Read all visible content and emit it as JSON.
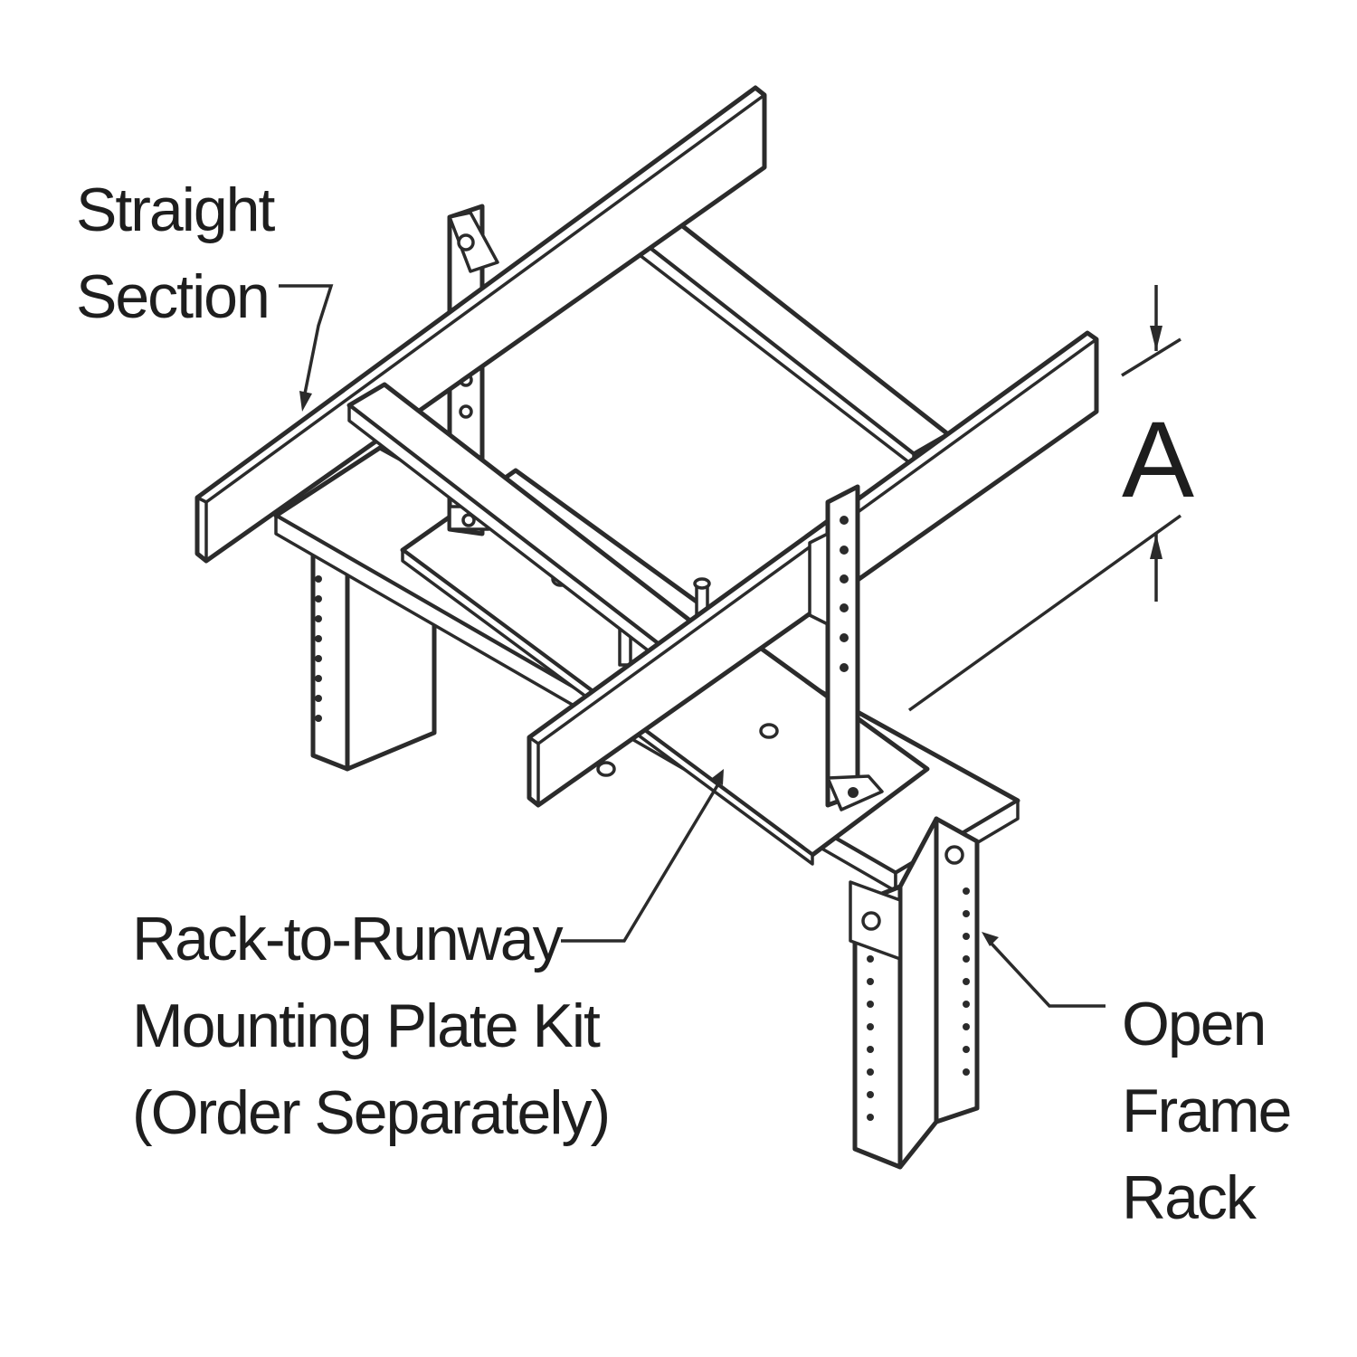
{
  "labels": {
    "straight_section": [
      "Straight",
      "Section"
    ],
    "mounting_plate": [
      "Rack-to-Runway",
      "Mounting Plate Kit",
      "(Order Separately)"
    ],
    "open_frame_rack": [
      "Open",
      "Frame",
      "Rack"
    ],
    "dimension": "A"
  },
  "colors": {
    "line": "#2b2b2b",
    "background": "#ffffff"
  }
}
